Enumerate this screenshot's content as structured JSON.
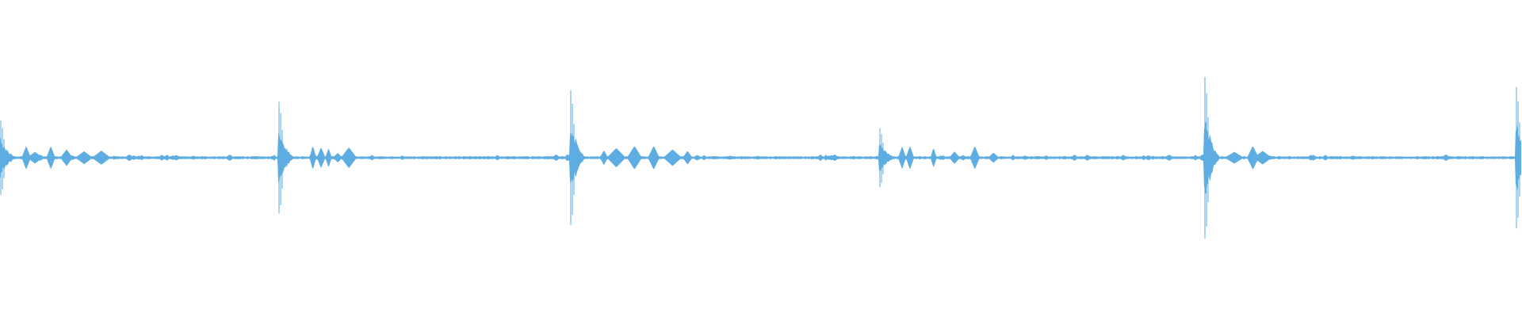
{
  "waveform": {
    "color": "#5dade2",
    "background": "#ffffff",
    "transients": [
      {
        "time": 0.0,
        "amplitude": 0.55
      },
      {
        "time": 0.183,
        "amplitude": 0.83
      },
      {
        "time": 0.375,
        "amplitude": 1.0
      },
      {
        "time": 0.579,
        "amplitude": 0.44
      },
      {
        "time": 0.793,
        "amplitude": 1.2
      },
      {
        "time": 0.998,
        "amplitude": 1.05
      }
    ]
  }
}
